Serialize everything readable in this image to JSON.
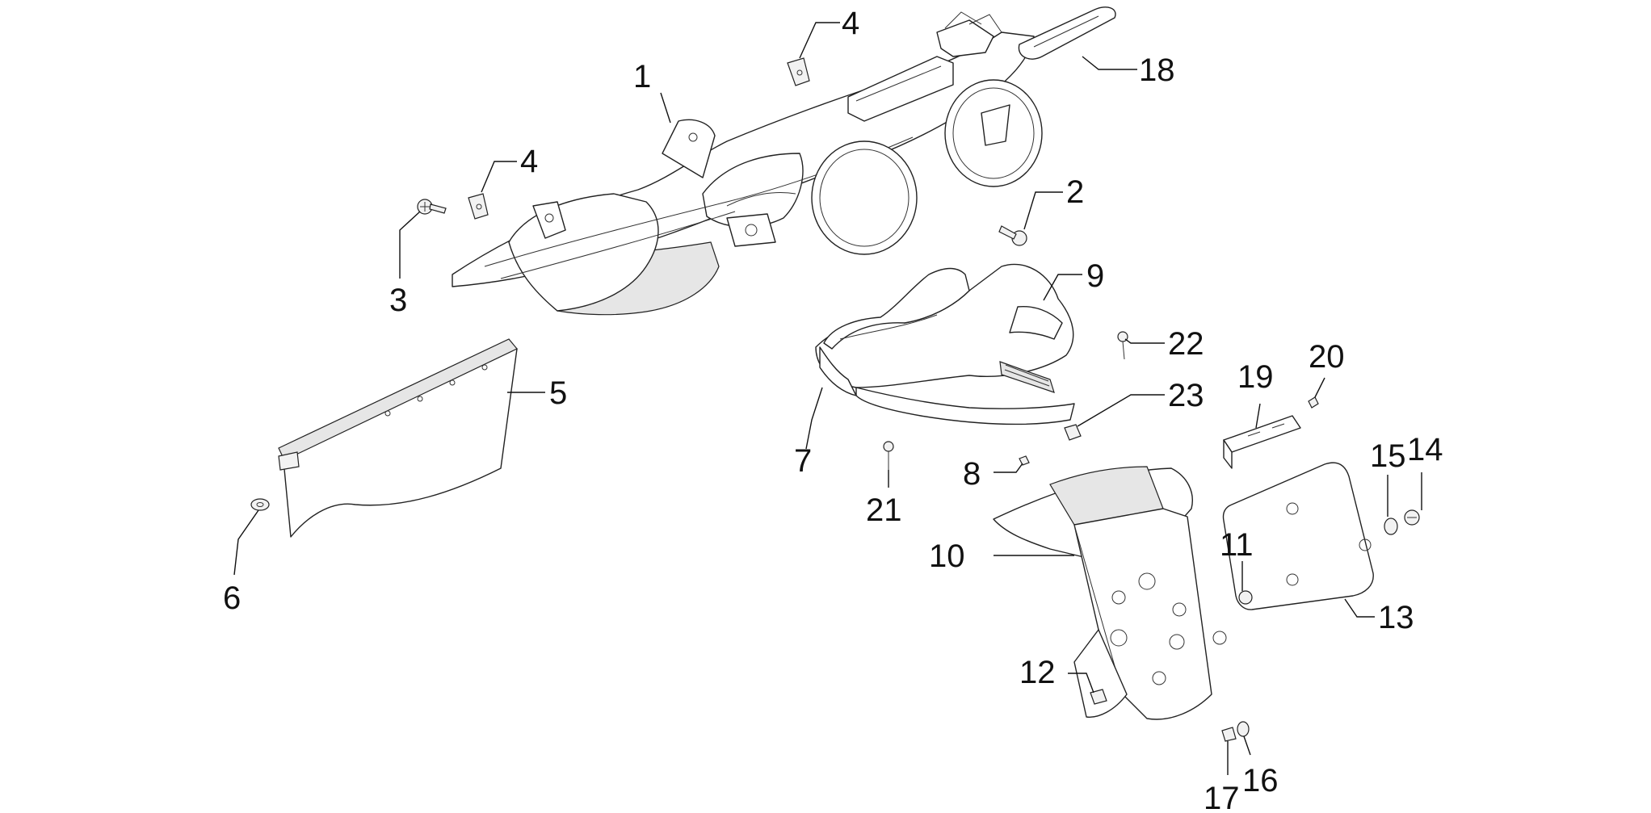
{
  "callouts": {
    "c1": "1",
    "c2": "2",
    "c3": "3",
    "c4a": "4",
    "c4b": "4",
    "c5": "5",
    "c6": "6",
    "c7": "7",
    "c8": "8",
    "c9": "9",
    "c10": "10",
    "c11": "11",
    "c12": "12",
    "c13": "13",
    "c14": "14",
    "c15": "15",
    "c16": "16",
    "c17": "17",
    "c18": "18",
    "c19": "19",
    "c20": "20",
    "c21": "21",
    "c22": "22",
    "c23": "23"
  },
  "colors": {
    "line": "#222222",
    "background": "#ffffff",
    "shade": "#e6e6e6"
  }
}
